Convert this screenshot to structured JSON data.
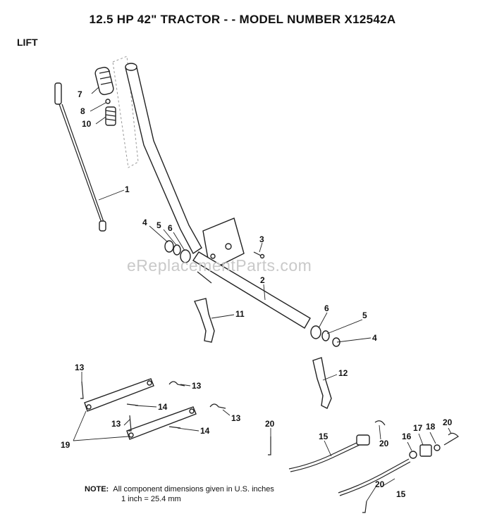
{
  "title": "12.5 HP 42\" TRACTOR - - MODEL NUMBER X12542A",
  "section": "LIFT",
  "watermark": "eReplacementParts.com",
  "note": {
    "label": "NOTE:",
    "line1": "All component dimensions given in U.S. inches",
    "line2": "1 inch = 25.4 mm"
  },
  "callouts": {
    "c1": "1",
    "c2": "2",
    "c3": "3",
    "c4a": "4",
    "c4b": "4",
    "c5a": "5",
    "c5b": "5",
    "c6a": "6",
    "c6b": "6",
    "c7": "7",
    "c8": "8",
    "c10": "10",
    "c11": "11",
    "c12": "12",
    "c13a": "13",
    "c13b": "13",
    "c13c": "13",
    "c13d": "13",
    "c14a": "14",
    "c14b": "14",
    "c15a": "15",
    "c15b": "15",
    "c16": "16",
    "c17": "17",
    "c18": "18",
    "c19": "19",
    "c20a": "20",
    "c20b": "20",
    "c20c": "20",
    "c20d": "20"
  }
}
